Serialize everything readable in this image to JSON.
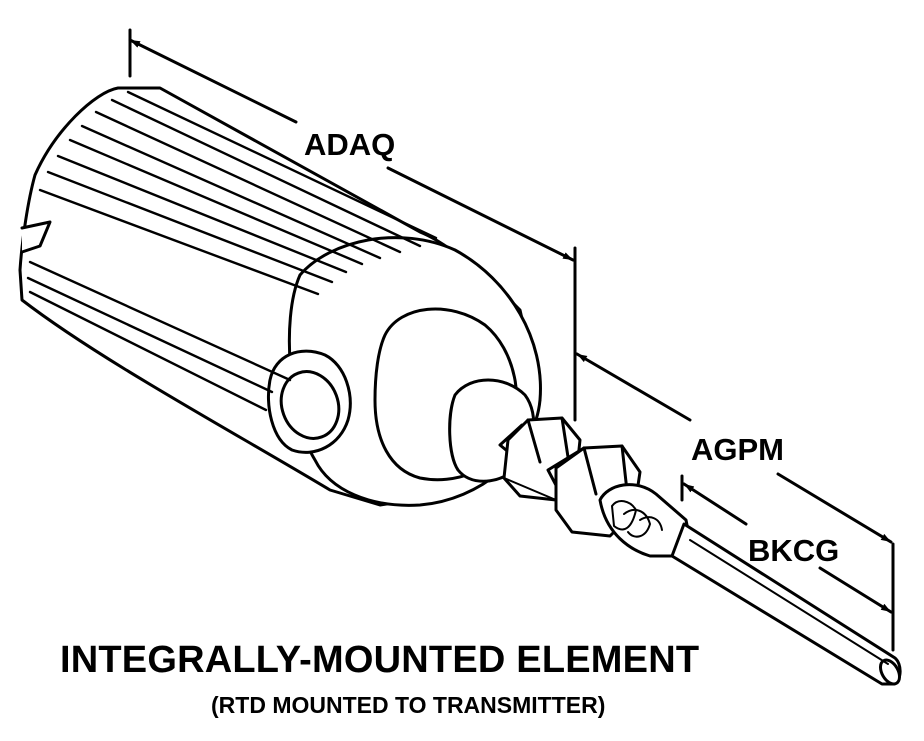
{
  "dimensions": {
    "overall_length": "ADAQ",
    "fitting_length": "AGPM",
    "probe_length": "BKCG"
  },
  "caption": {
    "title": "INTEGRALLY-MOUNTED ELEMENT",
    "subtitle": "(RTD MOUNTED TO TRANSMITTER)"
  },
  "colors": {
    "ink": "#000000",
    "paper": "#ffffff"
  }
}
